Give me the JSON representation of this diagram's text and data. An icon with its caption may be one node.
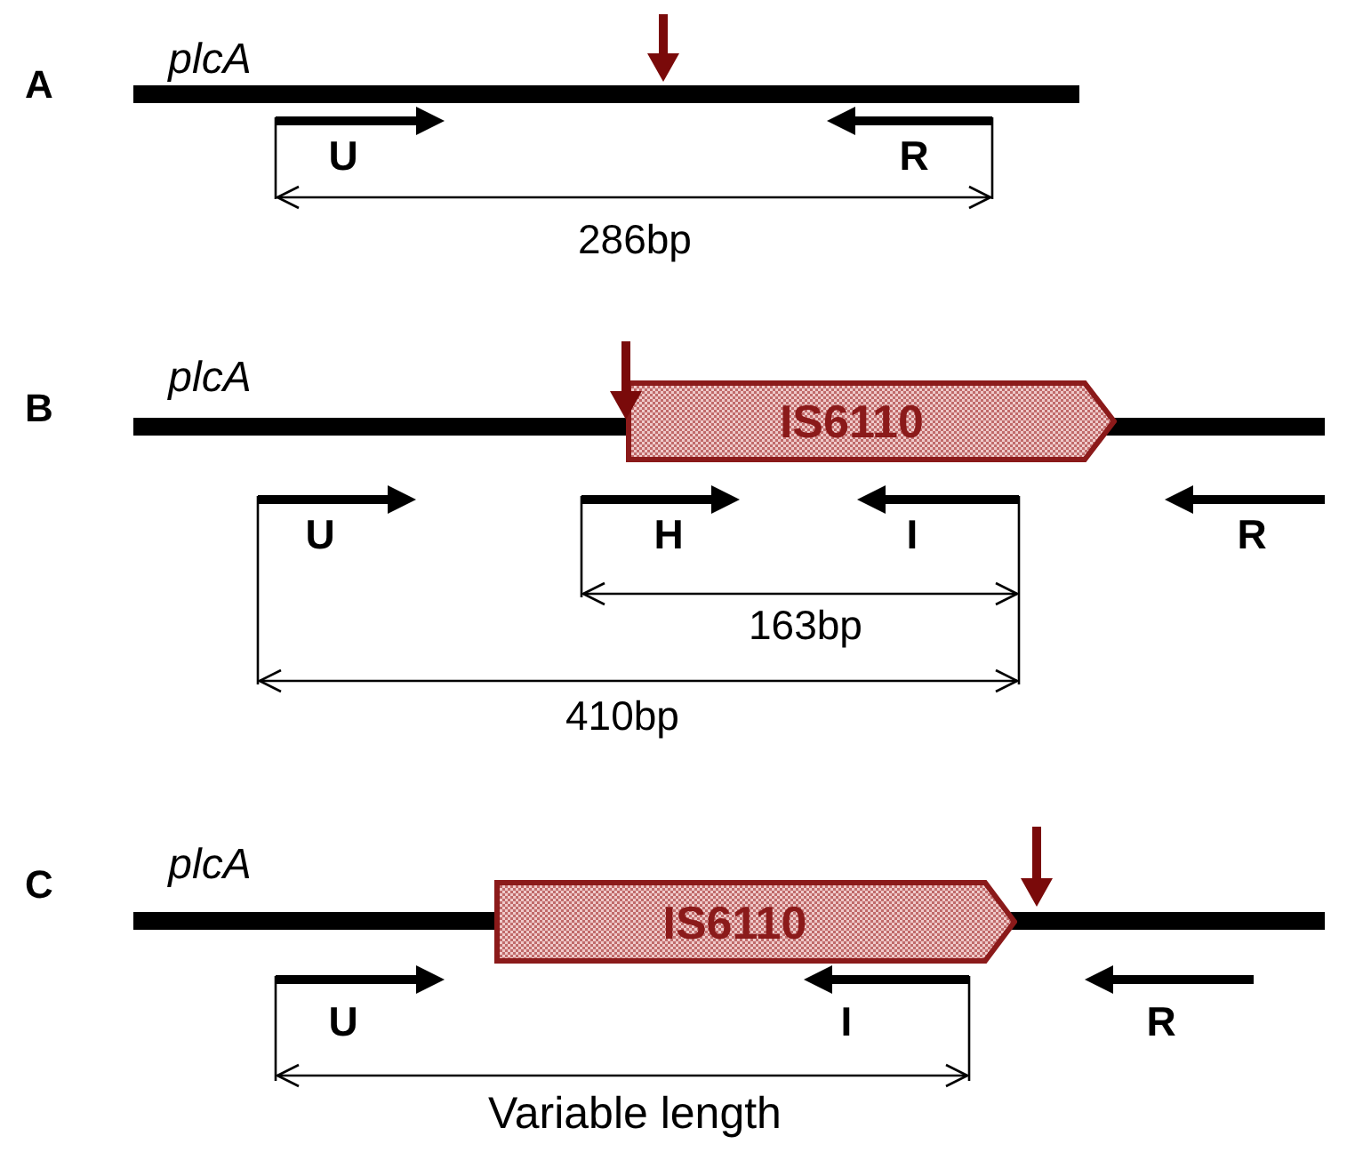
{
  "diagram": {
    "nodes": [
      {
        "text": [
          "IS6110"
        ]
      },
      {
        "text": [
          "IS6110"
        ]
      }
    ],
    "labels": [
      "A",
      "plcA",
      "U",
      "R",
      "286bp",
      "B",
      "plcA",
      "U",
      "H",
      "I",
      "R",
      "163bp",
      "410bp",
      "C",
      "plcA",
      "U",
      "I",
      "R",
      "Variable length"
    ]
  }
}
